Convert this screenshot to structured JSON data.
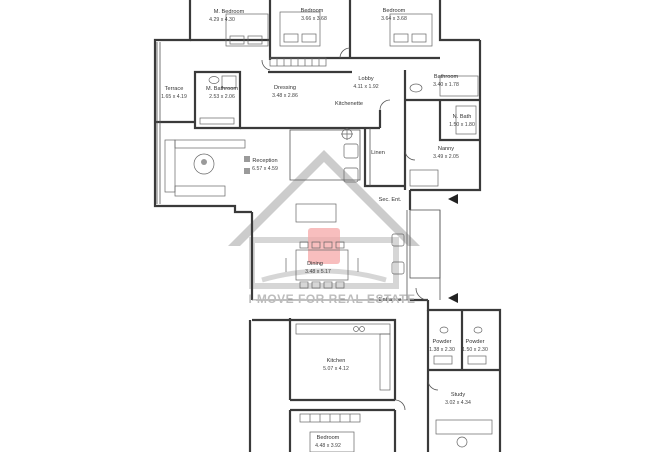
{
  "rooms": [
    {
      "id": "m-bedroom",
      "name": "M. Bedroom",
      "dims": "4.29 x 4.30"
    },
    {
      "id": "bedroom-1",
      "name": "Bedroom",
      "dims": "3.66 x 3.68"
    },
    {
      "id": "bedroom-2",
      "name": "Bedroom",
      "dims": "3.64 x 3.68"
    },
    {
      "id": "terrace",
      "name": "Terrace",
      "dims": "1.65 x 4.19"
    },
    {
      "id": "m-bathroom",
      "name": "M. Bathroom",
      "dims": "2.53 x 2.06"
    },
    {
      "id": "dressing",
      "name": "Dressing",
      "dims": "3.48 x 2.86"
    },
    {
      "id": "lobby",
      "name": "Lobby",
      "dims": "4.11 x 1.92"
    },
    {
      "id": "bathroom",
      "name": "Bathroom",
      "dims": "3.40 x 1.78"
    },
    {
      "id": "n-bath",
      "name": "N. Bath",
      "dims": "1.50 x 1.80"
    },
    {
      "id": "nanny",
      "name": "Nanny",
      "dims": "3.49 x 2.05"
    },
    {
      "id": "reception",
      "name": "Reception",
      "dims": "6.57 x 4.59"
    },
    {
      "id": "dining",
      "name": "Dining",
      "dims": "3.48 x 5.17"
    },
    {
      "id": "kitchen",
      "name": "Kitchen",
      "dims": "5.07 x 4.12"
    },
    {
      "id": "powder-1",
      "name": "Powder",
      "dims": "1.38 x 2.30"
    },
    {
      "id": "powder-2",
      "name": "Powder",
      "dims": "1.50 x 2.30"
    },
    {
      "id": "study",
      "name": "Study",
      "dims": "3.02 x 4.34"
    },
    {
      "id": "bedroom-3",
      "name": "Bedroom",
      "dims": "4.48 x 3.92"
    }
  ],
  "labels": {
    "kitchenette": "Kitchenette",
    "linen": "Linen",
    "sec_ent": "Sec. Ent.",
    "entrance": "Entrance"
  },
  "watermark": "I-MOVE FOR REAL ESTATE",
  "colors": {
    "wall": "#3a3a3a",
    "watermark": "#bdbdbd",
    "watermark_accent": "#f08080"
  }
}
